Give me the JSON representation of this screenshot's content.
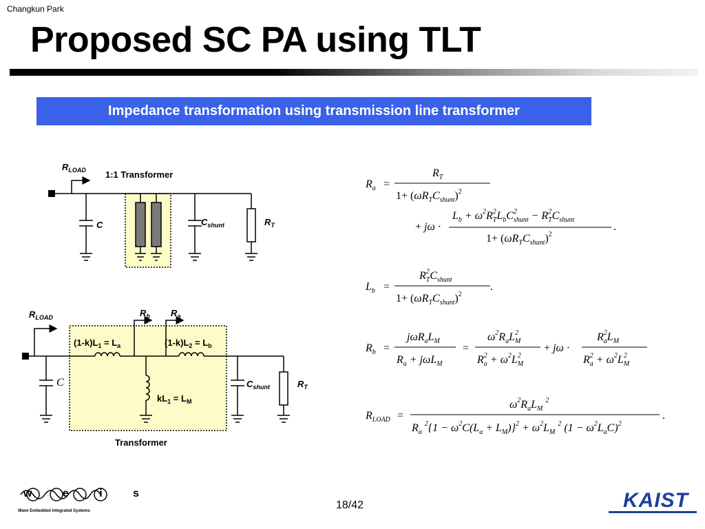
{
  "header": {
    "author": "Changkun Park",
    "title": "Proposed SC PA using TLT",
    "subtitle": "Impedance transformation using transmission line transformer"
  },
  "circuit_top": {
    "r_load": "R",
    "r_load_sub": "LOAD",
    "transformer": "1:1 Transformer",
    "c": "C",
    "c_shunt": "C",
    "c_shunt_sub": "shunt",
    "r_t": "R",
    "r_t_sub": "T"
  },
  "circuit_bottom": {
    "r_load": "R",
    "r_load_sub": "LOAD",
    "r_b": "R",
    "r_b_sub": "b",
    "r_a": "R",
    "r_a_sub": "a",
    "l1_pre": "(1-k)L",
    "l1_sub": "1",
    "l1_eq": " = L",
    "l1_eq_sub": "a",
    "l2_pre": "(1-k)L",
    "l2_sub": "2",
    "l2_eq": " = L",
    "l2_eq_sub": "b",
    "km_pre": "kL",
    "km_sub": "1",
    "km_eq": " = L",
    "km_eq_sub": "M",
    "c": "C",
    "c_shunt": "C",
    "c_shunt_sub": "shunt",
    "r_t": "R",
    "r_t_sub": "T",
    "transformer": "Transformer"
  },
  "footer": {
    "page": "18/42",
    "logo_left": "w e i s",
    "logo_left_caption": "Wave Embedded Integrated Systems",
    "logo_right": "KAIST"
  },
  "colors": {
    "subtitle_bg": "#3a62e8",
    "transformer_fill": "#fdfcc8",
    "core_fill": "#7a7a7a",
    "kaist_blue": "#1b3f9c"
  }
}
